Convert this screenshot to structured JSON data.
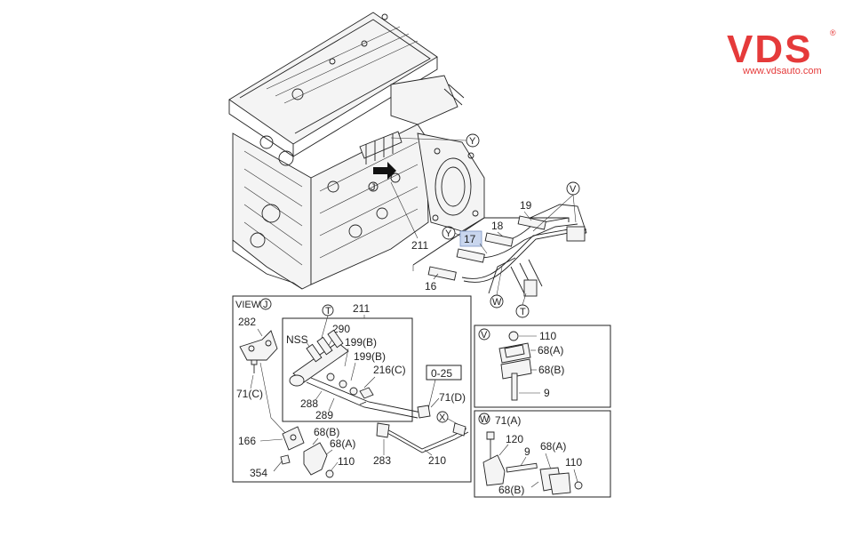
{
  "brand": {
    "logo_text": "VDS",
    "logo_mark": "®",
    "url": "www.vdsauto.com",
    "color": "#e53a3a"
  },
  "diagram": {
    "title": "Engine fuel injection pipe parts diagram",
    "callouts": {
      "y_top": "Y",
      "j_view": "J",
      "n211_top": "211",
      "n19": "19",
      "v_top": "V",
      "n18": "18",
      "y_pipe": "Y",
      "n17": "17",
      "n16": "16",
      "w_pipe": "W",
      "t_pipe": "T"
    },
    "view_j": {
      "label": "VIEW",
      "circle": "J",
      "n211": "211",
      "t": "T",
      "n282": "282",
      "n290": "290",
      "nss": "NSS",
      "n199b1": "199(B)",
      "n199b2": "199(B)",
      "n216c": "216(C)",
      "n71c": "71(C)",
      "n288": "288",
      "n289": "289",
      "n0_25": "0-25",
      "n71d": "71(D)",
      "x": "X",
      "n166": "166",
      "n68b": "68(B)",
      "n68a": "68(A)",
      "n110": "110",
      "n283": "283",
      "n210": "210",
      "n354": "354"
    },
    "detail_v": {
      "circle": "V",
      "n110": "110",
      "n68a": "68(A)",
      "n68b": "68(B)",
      "n9": "9"
    },
    "detail_w": {
      "circle": "W",
      "n71a": "71(A)",
      "n120": "120",
      "n9": "9",
      "n68a": "68(A)",
      "n110": "110",
      "n68b": "68(B)"
    }
  }
}
